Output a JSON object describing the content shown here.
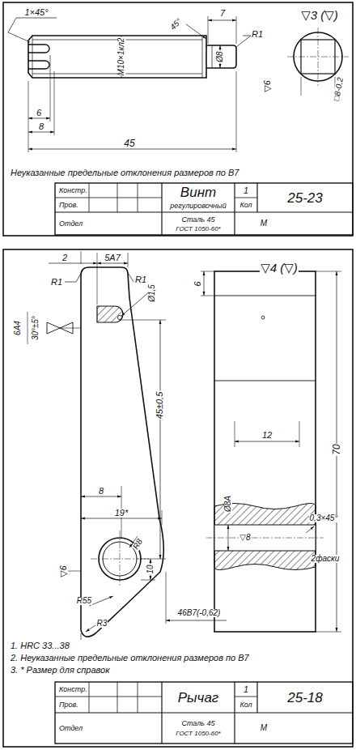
{
  "diagram": {
    "labels": [
      "▽3 (▽)",
      "1×45°",
      "45°",
      "7",
      "R1",
      "М10×1кл2",
      "Ø8",
      "6",
      "8",
      "45",
      "▽6",
      "□8-0,2",
      "Неуказанные предельные отклонения размеров по В7",
      "Констр.",
      "Пров.",
      "Отдел",
      "Винт",
      "регулировочный",
      "1",
      "Кол",
      "25-23",
      "Сталь 45",
      "ГОСТ 1050-60*",
      "М",
      "▽4 (▽)",
      "2",
      "5А7",
      "R1",
      "R1",
      "Ø1,5",
      "6А4",
      "30°±5°",
      "6",
      "12",
      "45±0,5",
      "70",
      "8",
      "19*",
      "Ø8А",
      "▽8",
      "0,3×45°",
      "2фаски",
      "R8",
      "10",
      "▽6",
      "R55",
      "R3",
      "46В7(-0,62)",
      "1. HRC 33...38",
      "2. Неуказанные предельные отклонения размеров по В7",
      "3. * Размер для справок",
      "Констр.",
      "Пров.",
      "Отдел",
      "Рычаг",
      "1",
      "Кол",
      "25-18",
      "Сталь 45",
      "ГОСТ 1050-60*",
      "М"
    ]
  }
}
